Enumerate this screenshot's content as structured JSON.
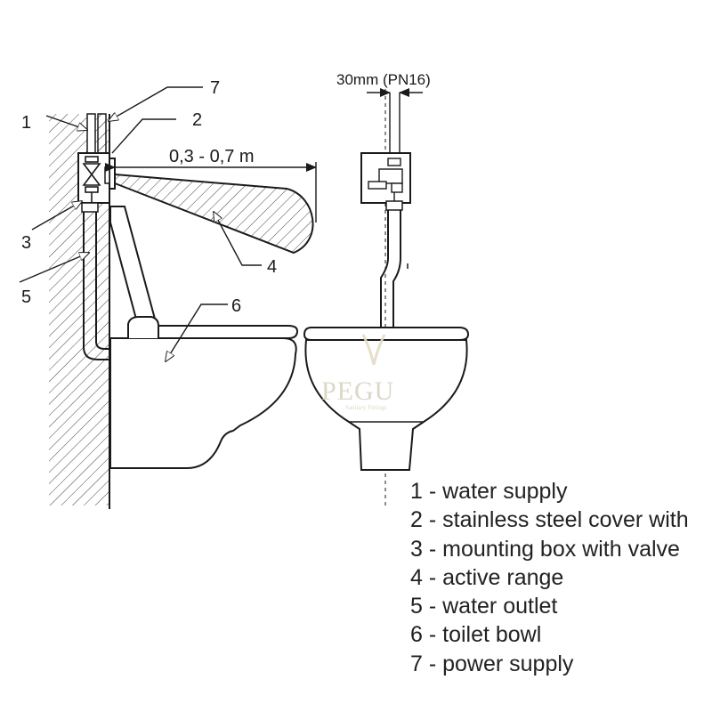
{
  "callouts": {
    "c1": "1",
    "c2": "2",
    "c3": "3",
    "c4": "4",
    "c5": "5",
    "c6": "6",
    "c7": "7"
  },
  "dimensions": {
    "range": "0,3 - 0,7 m",
    "pipe": "30mm (PN16)"
  },
  "legend": [
    "1 - water supply",
    "2 - stainless steel cover with",
    "3 - mounting box with valve",
    "4 - active range",
    "5 - water outlet",
    "6 - toilet bowl",
    "7 - power supply"
  ],
  "watermark": {
    "name": "PEGU",
    "tagline": "Sanitary Fittings"
  },
  "colors": {
    "line": "#1a1a1a",
    "watermark": "#d8d4c4"
  }
}
